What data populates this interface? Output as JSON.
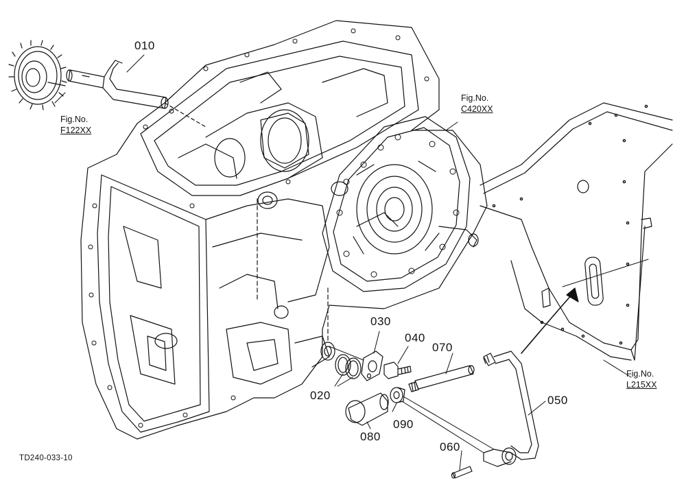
{
  "diagram": {
    "part_labels": [
      "010",
      "020",
      "030",
      "040",
      "050",
      "060",
      "070",
      "080",
      "090"
    ],
    "figure_refs": [
      {
        "prefix": "Fig.No.",
        "code": "F122XX"
      },
      {
        "prefix": "Fig.No.",
        "code": "C420XX"
      },
      {
        "prefix": "Fig.No.",
        "code": "L215XX"
      }
    ],
    "drawing_code": "TD240-033-10",
    "line_color": "#111111"
  }
}
